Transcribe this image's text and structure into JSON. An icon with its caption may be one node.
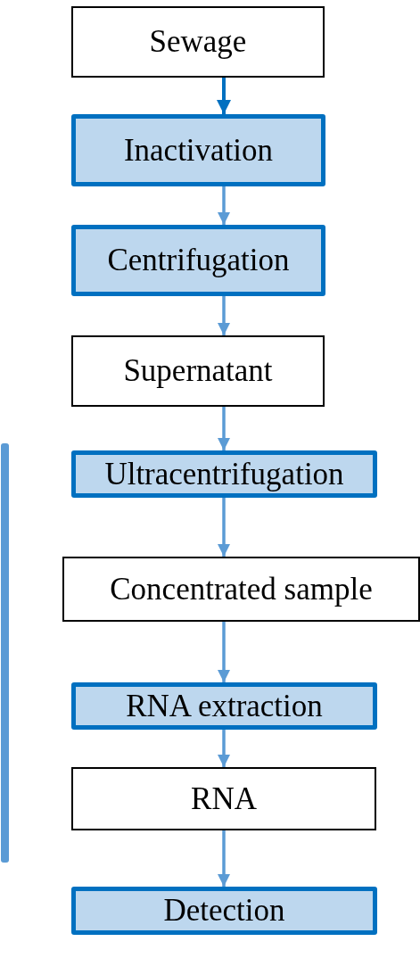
{
  "diagram": {
    "nodes": [
      {
        "text": [
          "Sewage"
        ]
      },
      {
        "text": [
          "Inactivation"
        ]
      },
      {
        "text": [
          "Centrifugation"
        ]
      },
      {
        "text": [
          "Supernatant"
        ]
      },
      {
        "text": [
          "Ultracentrifugation"
        ]
      },
      {
        "text": [
          "Concentrated sample"
        ]
      },
      {
        "text": [
          "RNA extraction"
        ]
      },
      {
        "text": [
          "RNA"
        ]
      },
      {
        "text": [
          "Detection"
        ]
      }
    ],
    "edges": [
      {
        "from": 0,
        "to": 1,
        "arrow": "to",
        "color": "#0070c0"
      },
      {
        "from": 1,
        "to": 2,
        "arrow": "to"
      },
      {
        "from": 2,
        "to": 3,
        "arrow": "to"
      },
      {
        "from": 3,
        "to": 4,
        "arrow": "to"
      },
      {
        "from": 4,
        "to": 5,
        "arrow": "to"
      },
      {
        "from": 5,
        "to": 6,
        "arrow": "to"
      },
      {
        "from": 6,
        "to": 7,
        "arrow": "to"
      },
      {
        "from": 7,
        "to": 8,
        "arrow": "to"
      }
    ]
  }
}
